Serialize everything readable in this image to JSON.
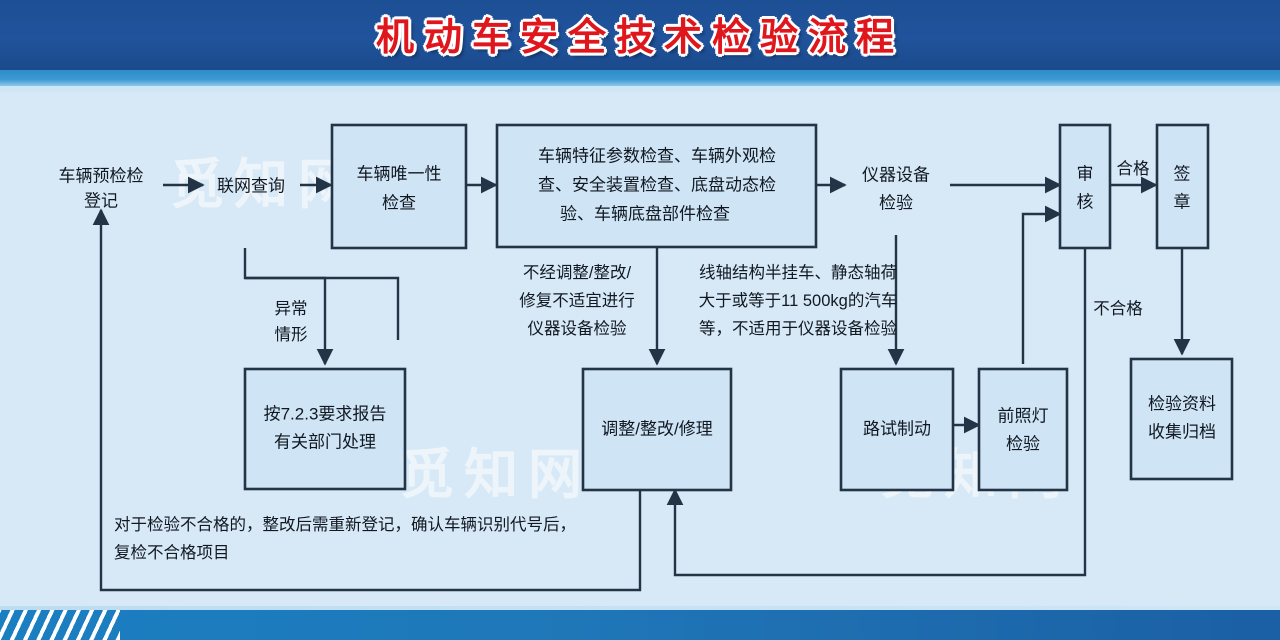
{
  "header": {
    "title": "机动车安全技术检验流程",
    "title_color": "#e0161d",
    "band_color": "#1d4f95",
    "strip_color": "#2f8bc9"
  },
  "canvas": {
    "background_color": "#d7e9f7",
    "box_fill": "#cfe4f5",
    "line_color": "#243447"
  },
  "watermark": {
    "text_1": "觅知网",
    "text_2": "觅知网",
    "text_3": "觅知网"
  },
  "nodes": {
    "pre_register": {
      "line1": "车辆预检检",
      "line2": "登记",
      "full": "车辆预检登记"
    },
    "network_query": {
      "line1": "联网查询",
      "full": "联网查询"
    },
    "unique_check": {
      "line1": "车辆唯一性",
      "line2": "检查",
      "full": "车辆唯一性检查"
    },
    "main_inspection": {
      "line1": "车辆特征参数检查、车辆外观检",
      "line2": "查、安全装置检查、底盘动态检",
      "line3": "验、车辆底盘部件检查",
      "full": "车辆特征参数检查、车辆外观检查、安全装置检查、底盘动态检验、车辆底盘部件检查"
    },
    "instrument_inspection": {
      "line1": "仪器设备",
      "line2": "检验",
      "full": "仪器设备检验"
    },
    "review": {
      "line1": "审",
      "line2": "核",
      "full": "审核"
    },
    "seal": {
      "line1": "签",
      "line2": "章",
      "full": "签章"
    },
    "report_723": {
      "line1": "按7.2.3要求报告",
      "line2": "有关部门处理",
      "full": "按7.2.3要求报告有关部门处理"
    },
    "rectify": {
      "line1": "调整/整改/修理",
      "full": "调整/整改/修理"
    },
    "road_brake": {
      "line1": "路试制动",
      "full": "路试制动"
    },
    "headlamp": {
      "line1": "前照灯",
      "line2": "检验",
      "full": "前照灯检验"
    },
    "archive": {
      "line1": "检验资料",
      "line2": "收集归档",
      "full": "检验资料收集归档"
    }
  },
  "edge_labels": {
    "abnormal": {
      "line1": "异常",
      "line2": "情形",
      "full": "异常情形"
    },
    "pass": {
      "text": "合格"
    },
    "fail": {
      "text": "不合格"
    }
  },
  "annotations": {
    "no_adjust": {
      "line1": "不经调整/整改/",
      "line2": "修复不适宜进行",
      "line3": "仪器设备检验",
      "full": "不经调整/整改/修复不适宜进行仪器设备检验"
    },
    "axle_note": {
      "line1": "线轴结构半挂车、静态轴荷",
      "line2": "大于或等于11 500kg的汽车",
      "line3": "等，不适用于仪器设备检验",
      "full": "线轴结构半挂车、静态轴荷大于或等于11 500kg的汽车等，不适用于仪器设备检验"
    },
    "bottom_note": {
      "line1": "对于检验不合格的，整改后需重新登记，确认车辆识别代号后，",
      "line2": "复检不合格项目",
      "full": "对于检验不合格的，整改后需重新登记，确认车辆识别代号后，复检不合格项目"
    }
  }
}
